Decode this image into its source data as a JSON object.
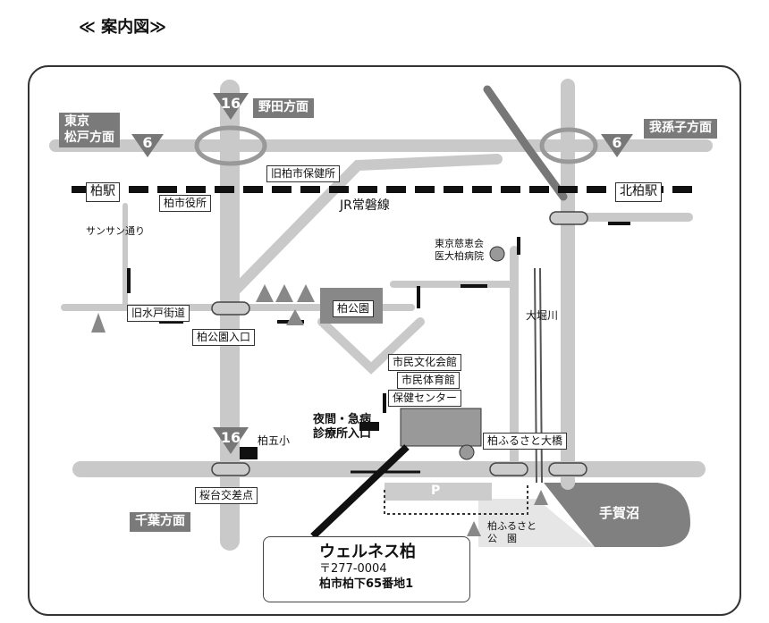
{
  "heading": "≪ 案内図≫",
  "routes": {
    "r16": "16",
    "r6": "6"
  },
  "areas": {
    "noda": "野田方面",
    "tokyo": "東京\n松戸方面",
    "abiko": "我孫子方面",
    "chiba": "千葉方面"
  },
  "stations": {
    "kashiwa": "柏駅",
    "kitakashiwa": "北柏駅"
  },
  "line": "JR常磐線",
  "places": {
    "old_health": "旧柏市保健所",
    "city_office": "柏市役所",
    "sunsun": "サンサン通り",
    "jikei": "東京慈恵会\n医大柏病院",
    "old_mito": "旧水戸街道",
    "park_entrance": "柏公園入口",
    "park": "柏公園",
    "river": "大堀川",
    "culture_hall": "市民文化会館",
    "gym": "市民体育館",
    "health_center": "保健センター",
    "night_clinic": "夜間・急病\n診療所入口",
    "bridge": "柏ふるさと大橋",
    "school": "柏五小",
    "sakuradai": "桜台交差点",
    "teganuma": "手賀沼",
    "furusato_park": "柏ふるさと\n公　園",
    "parking": "P"
  },
  "address": {
    "name": "ウェルネス柏",
    "zip": "〒277-0004",
    "street": "柏市柏下65番地1"
  },
  "colors": {
    "road": "#c9c9c9",
    "dark": "#7a7a7a",
    "water": "#808080"
  }
}
